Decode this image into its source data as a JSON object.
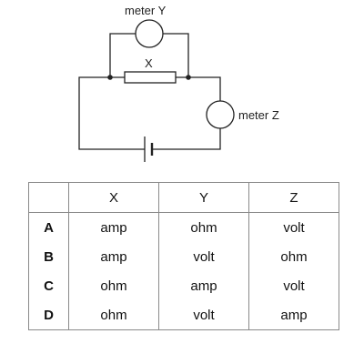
{
  "circuit": {
    "meter_y_label": "meter Y",
    "component_x_label": "X",
    "meter_z_label": "meter Z"
  },
  "table": {
    "headers": [
      "",
      "X",
      "Y",
      "Z"
    ],
    "rows": [
      {
        "option": "A",
        "x": "amp",
        "y": "ohm",
        "z": "volt"
      },
      {
        "option": "B",
        "x": "amp",
        "y": "volt",
        "z": "ohm"
      },
      {
        "option": "C",
        "x": "ohm",
        "y": "amp",
        "z": "volt"
      },
      {
        "option": "D",
        "x": "ohm",
        "y": "volt",
        "z": "amp"
      }
    ]
  }
}
